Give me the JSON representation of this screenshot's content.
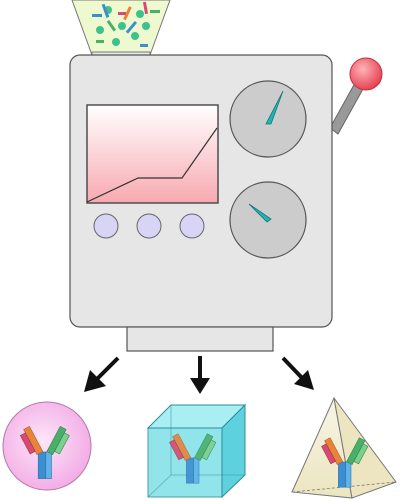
{
  "diagram": {
    "machine": {
      "body_color": "#e6e6e6",
      "screen_color_top": "#ffffff",
      "screen_color_bottom": "#f7a9b0",
      "gauge_color": "#cccccc",
      "needle_color": "#1fb5b5",
      "button_color": "#d8d4f5",
      "knob_color": "#f04a5a",
      "buttons": 3,
      "gauges": 2
    },
    "hopper": {
      "fill_color": "#eef9d0",
      "contents": [
        "antibody-fragment-icon",
        "molecule-dot-icon"
      ]
    },
    "outputs": [
      {
        "shape": "sphere",
        "color": "#f8c7f0",
        "icon": "antibody-icon"
      },
      {
        "shape": "cube",
        "color": "#7fe0e8",
        "icon": "antibody-icon"
      },
      {
        "shape": "pyramid",
        "color": "#f3efd2",
        "icon": "antibody-icon"
      }
    ],
    "antibody_colors": {
      "heavy_chain": "#3b8fd0",
      "light_chain_a": "#e8833a",
      "light_chain_b": "#49b06a",
      "accent": "#d94a70"
    }
  }
}
